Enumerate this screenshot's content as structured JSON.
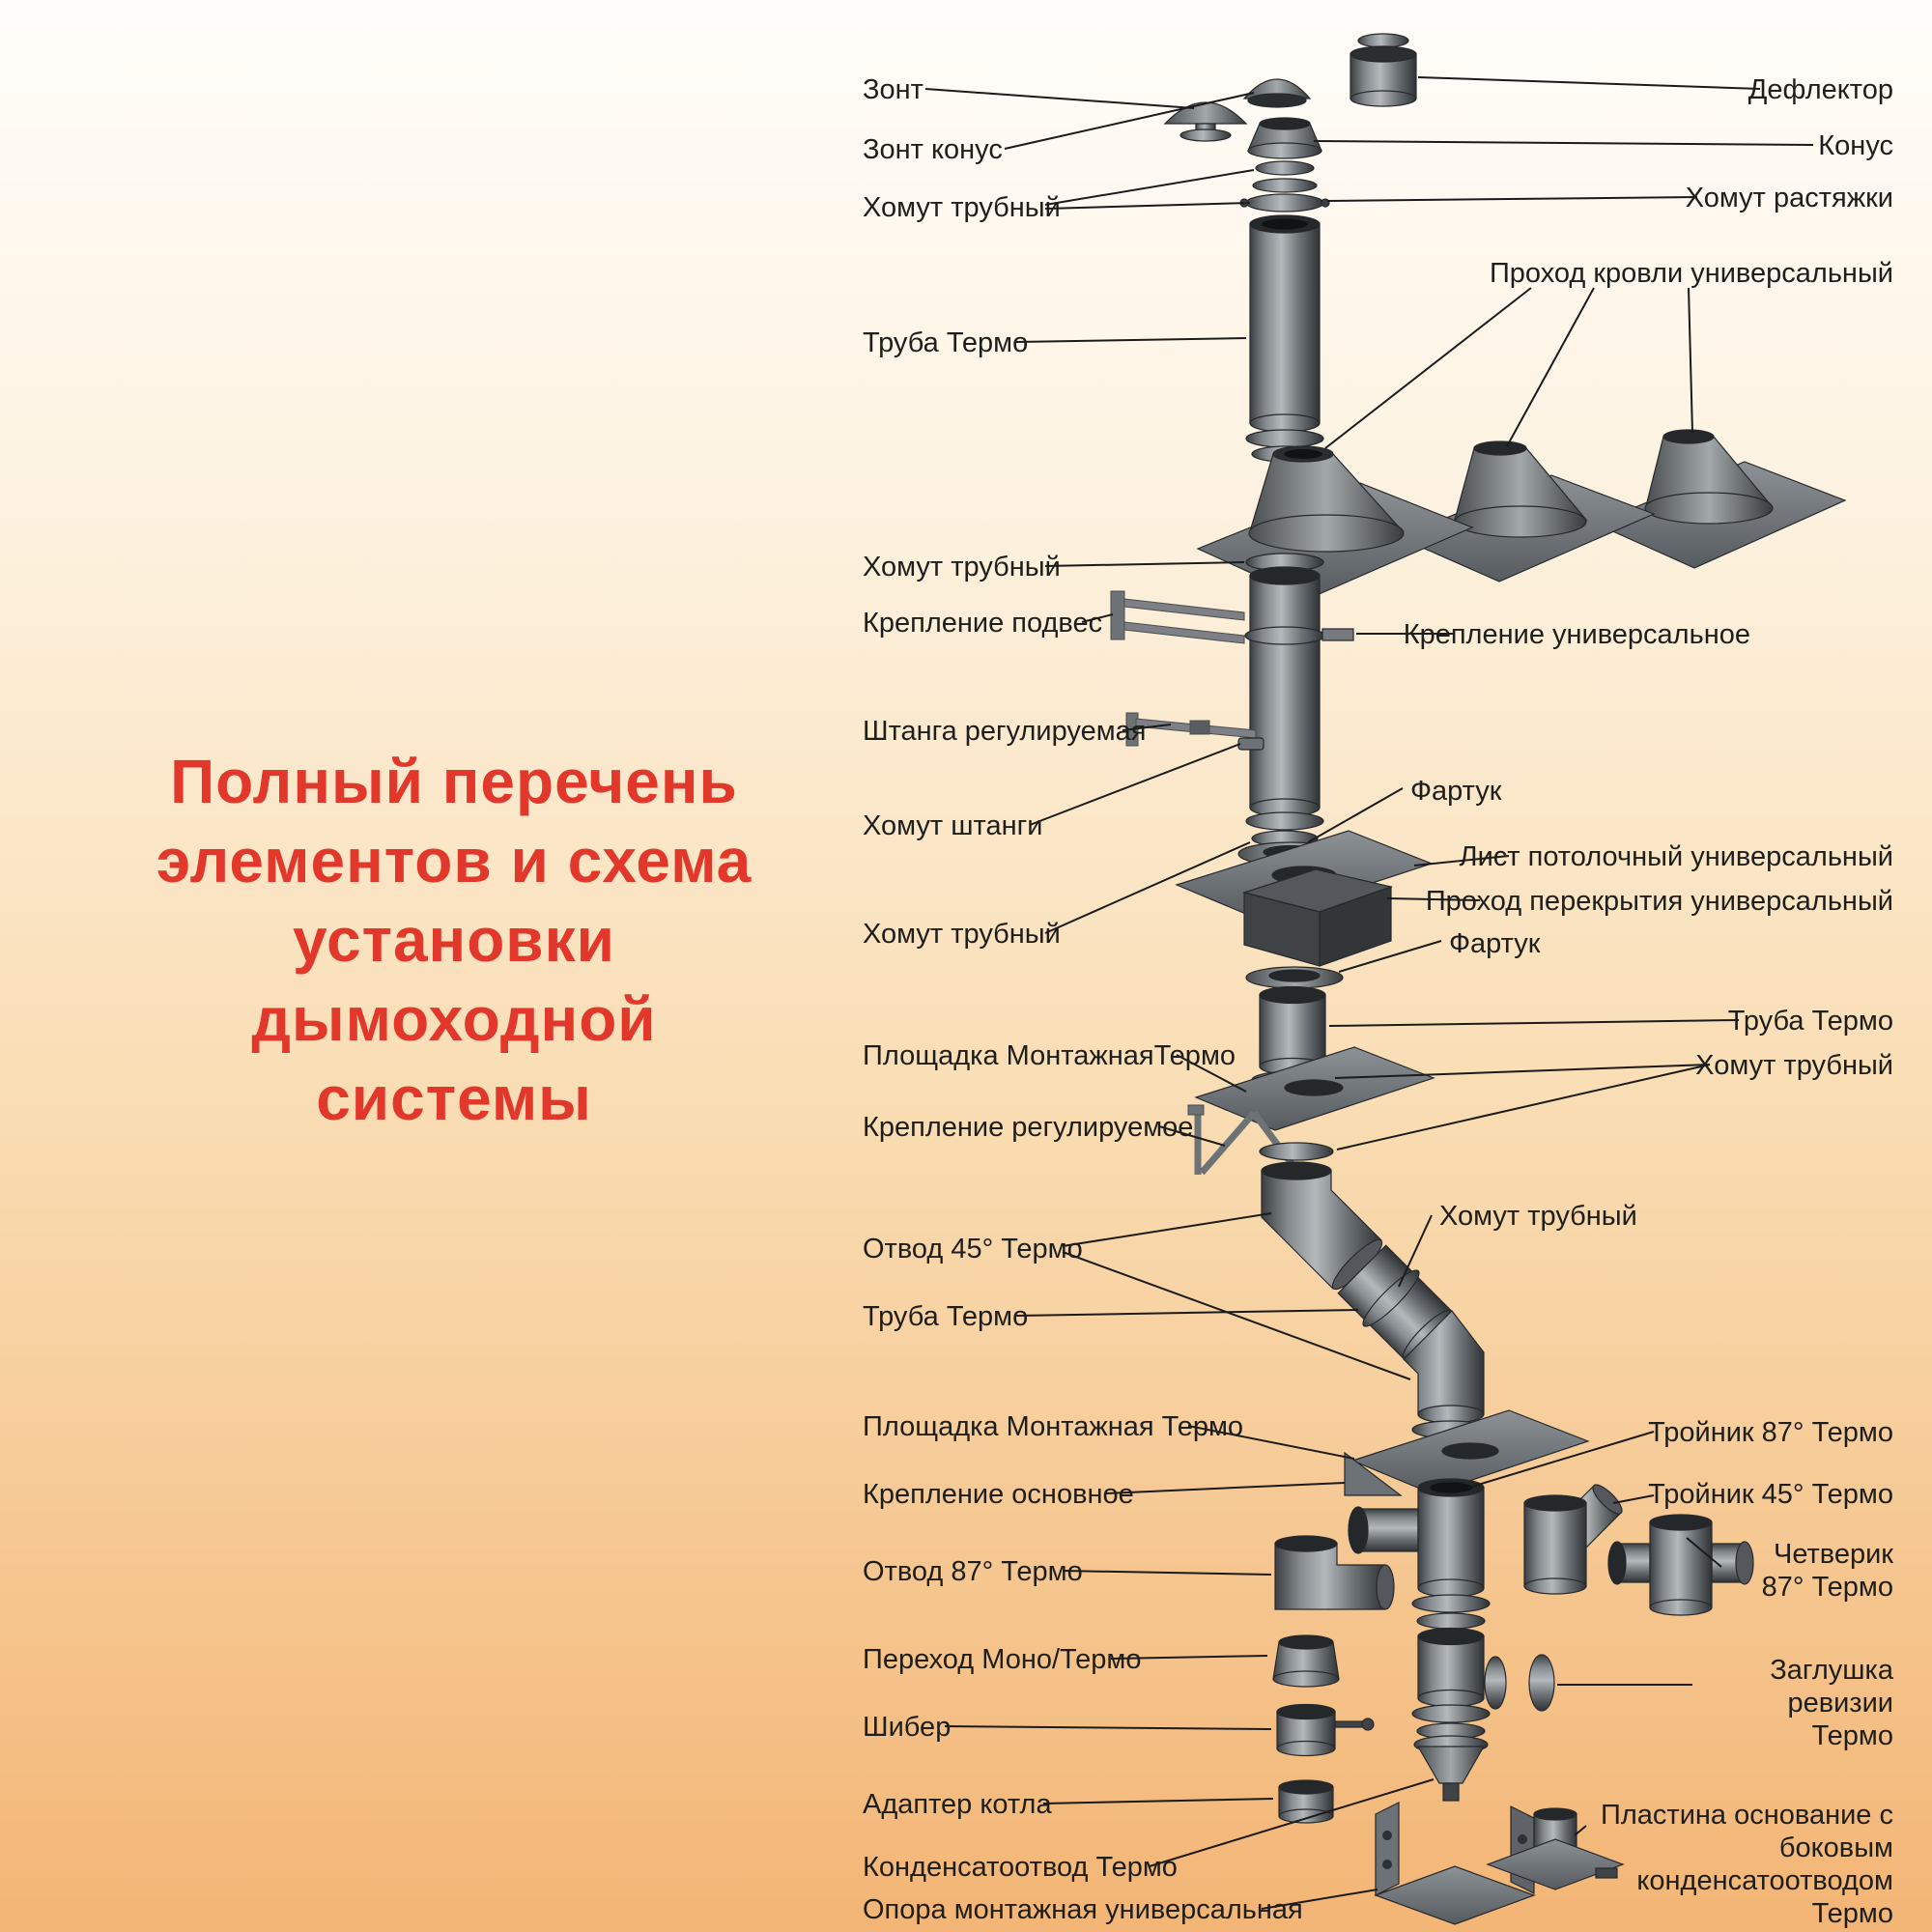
{
  "title": {
    "lines": [
      "Полный перечень",
      "элементов и схема",
      "установки",
      "дымоходной",
      "системы"
    ]
  },
  "colors": {
    "title_red": "#e2372b",
    "label_text": "#1e1e1c",
    "background_top": "#fffdfa",
    "background_bottom": "#f3b575",
    "metal_dark": "#2f3336",
    "metal_light": "#b4b9bc"
  },
  "labels_left": [
    "Зонт",
    "Зонт конус",
    "Хомут трубный",
    "Труба Термо",
    "Хомут трубный",
    "Крепление подвес",
    "Штанга регулируемая",
    "Хомут штанги",
    "Хомут трубный",
    "Площадка МонтажнаяТермо",
    "Крепление регулируемое",
    "Отвод 45° Термо",
    "Труба Термо",
    "Площадка Монтажная Термо",
    "Крепление основное",
    "Отвод 87° Термо",
    "Переход Моно/Термо",
    "Шибер",
    "Адаптер котла",
    "Конденсатоотвод Термо",
    "Опора монтажная универсальная"
  ],
  "labels_right": [
    "Дефлектор",
    "Конус",
    "Хомут растяжки",
    "Проход кровли универсальный",
    "Крепление универсальное",
    "Фартук",
    "Лист потолочный универсальный",
    "Проход перекрытия универсальный",
    "Фартук",
    "Труба Термо",
    "Хомут трубный",
    "Хомут трубный",
    "Тройник 87° Термо",
    "Тройник 45° Термо",
    "Четверик 87° Термо",
    "Заглушка ревизии Термо",
    "Пластина основание с боковым конденсатоотводом Термо"
  ]
}
